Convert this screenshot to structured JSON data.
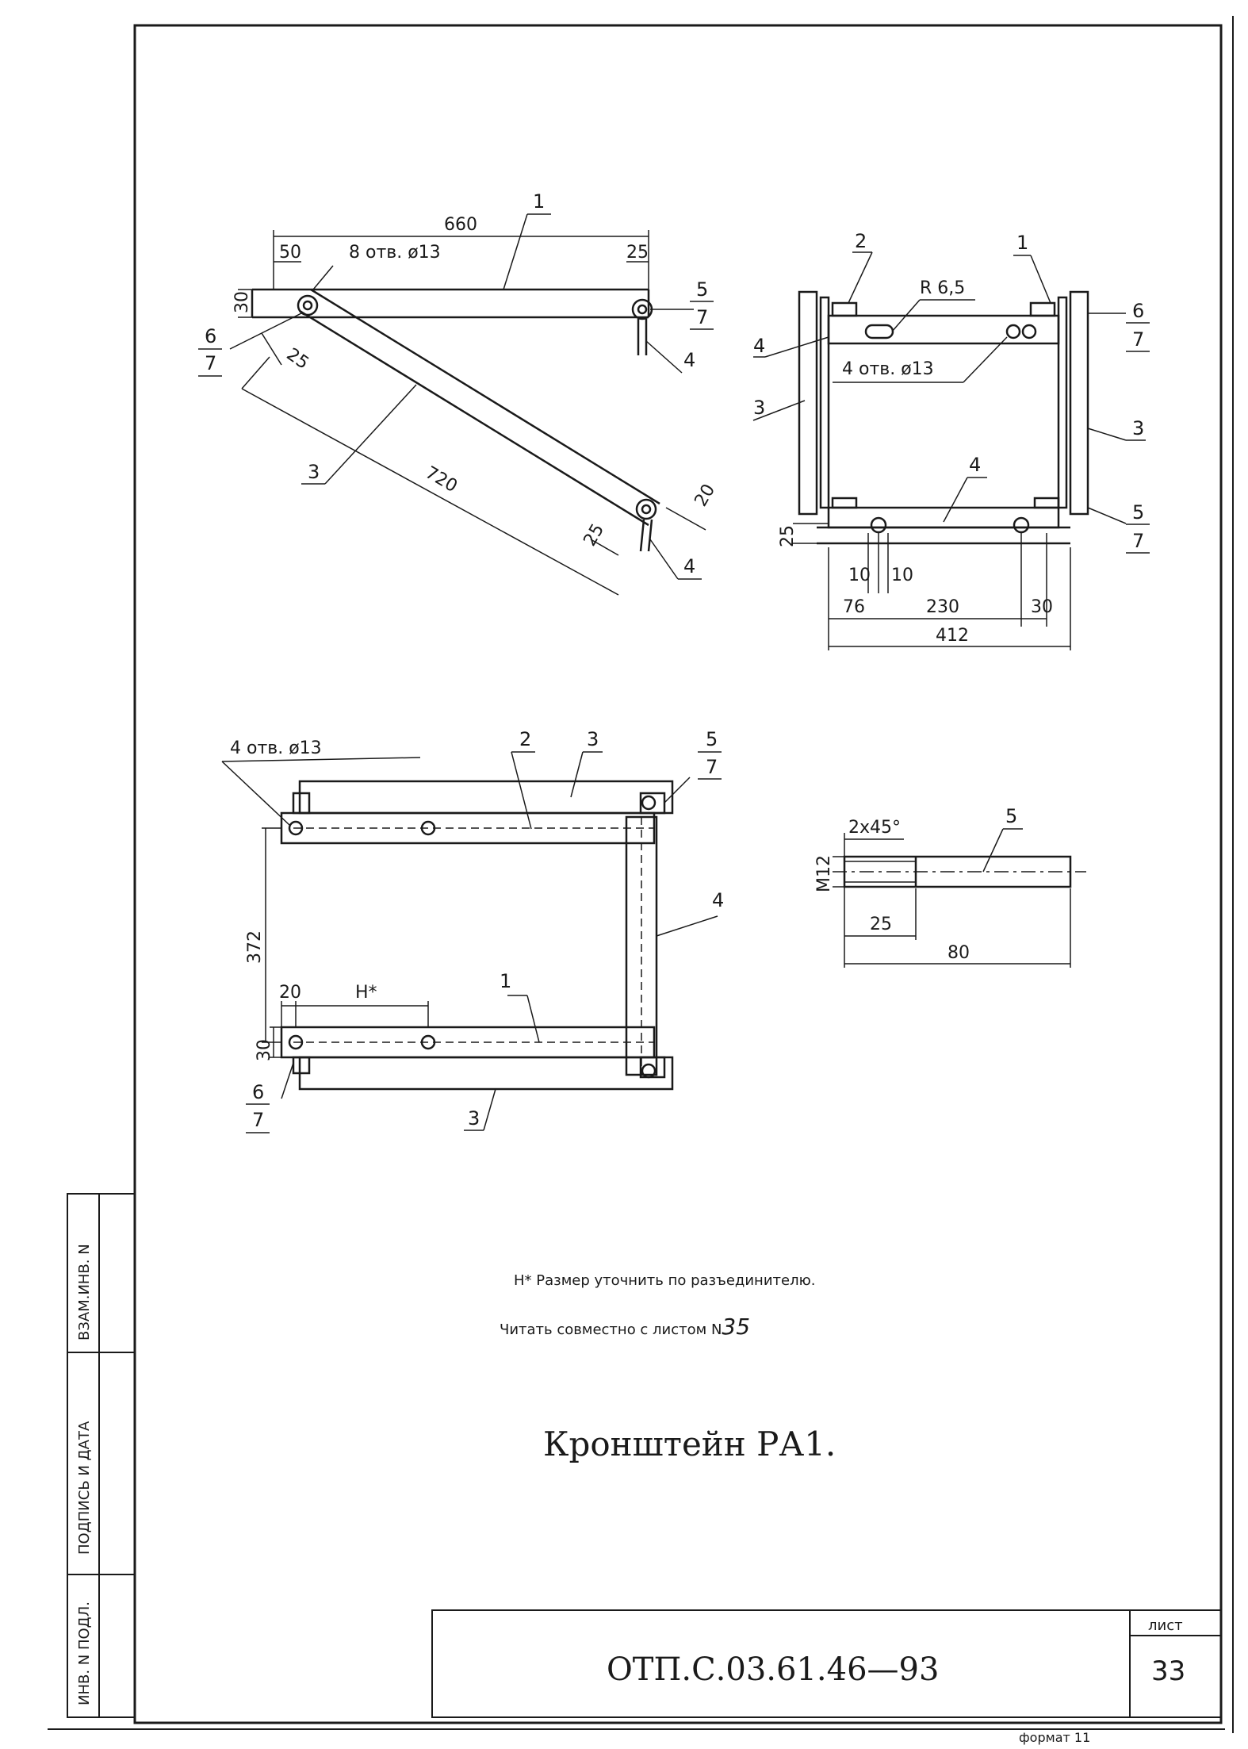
{
  "sheet": {
    "designation": "ОТП.С.03.61.46—93",
    "sheet_label": "лист",
    "sheet_number": "33",
    "format_label": "формат 11",
    "title": "Кронштейн РА1.",
    "note_line1": "Н* Размер уточнить по разъединителю.",
    "note_line2": "Читать совместно с листом N",
    "note_ref": "35"
  },
  "side_stamp": {
    "top": "ВЗАМ.ИНВ. N",
    "middle": "ПОДПИСЬ И ДАТА",
    "bottom": "ИНВ. N ПОДЛ."
  },
  "view1": {
    "dims": {
      "d660": "660",
      "d50": "50",
      "d25a": "25",
      "d30": "30",
      "d25b": "25",
      "d720": "720",
      "d25c": "25",
      "d20": "20"
    },
    "holes_note": "8 отв. ø13",
    "callouts": {
      "c1": "1",
      "c3": "3",
      "c4": "4",
      "c5": "5",
      "c5ref": "7",
      "c6": "6",
      "c6ref": "7"
    }
  },
  "view2": {
    "dims": {
      "r": "R 6,5",
      "d25": "25",
      "d10a": "10",
      "d10b": "10",
      "d76": "76",
      "d230": "230",
      "d30": "30",
      "d412": "412"
    },
    "holes_note": "4 отв. ø13",
    "callouts": {
      "c1": "1",
      "c2": "2",
      "c3l": "3",
      "c3r": "3",
      "c4l": "4",
      "c4b": "4",
      "c5": "5",
      "c5ref": "7",
      "c6": "6",
      "c6ref": "7"
    }
  },
  "view3": {
    "dims": {
      "d372": "372",
      "d20": "20",
      "dH": "Н*",
      "d30": "30"
    },
    "holes_note": "4 отв. ø13",
    "callouts": {
      "c1": "1",
      "c2": "2",
      "c3t": "3",
      "c3b": "3",
      "c4": "4",
      "c5": "5",
      "c5ref": "7",
      "c6": "6",
      "c6ref": "7"
    }
  },
  "view4": {
    "dims": {
      "chamfer": "2x45°",
      "thread": "М12",
      "d25": "25",
      "d80": "80"
    },
    "callouts": {
      "c5": "5"
    }
  }
}
